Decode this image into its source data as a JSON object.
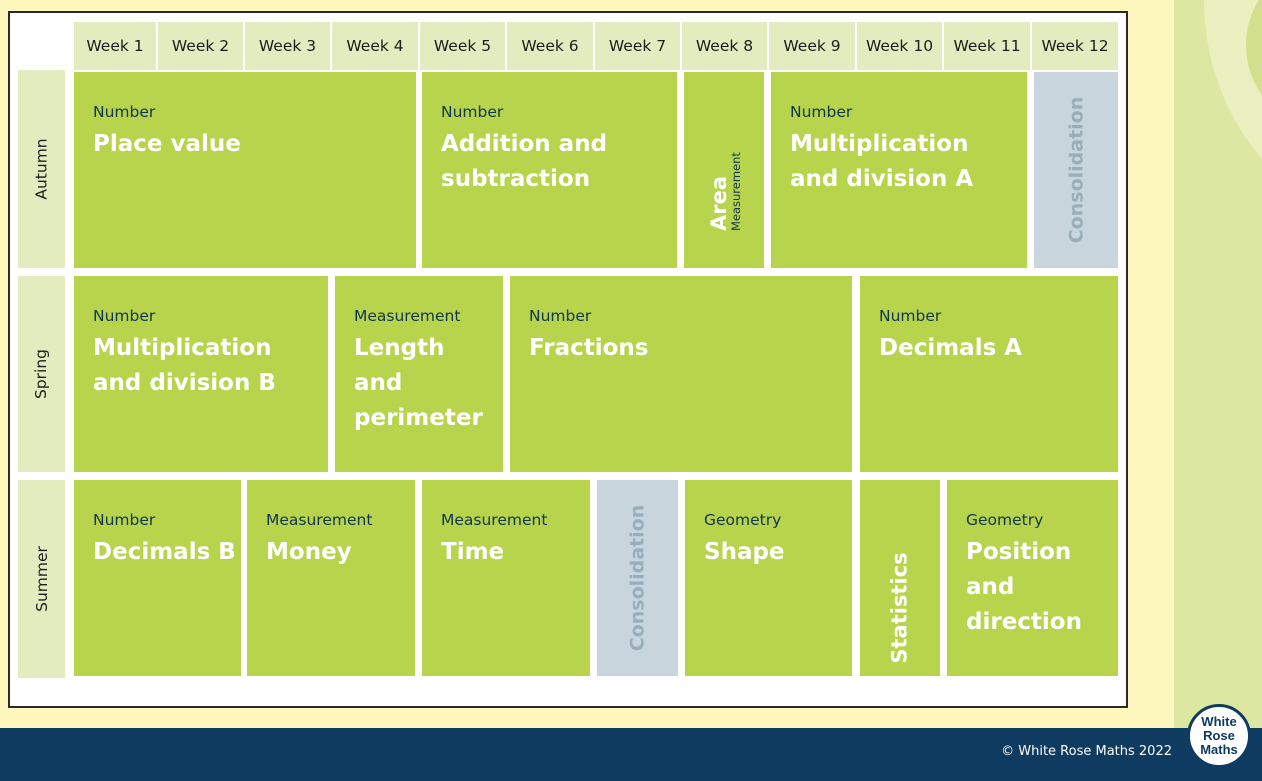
{
  "weeks": [
    "Week 1",
    "Week 2",
    "Week 3",
    "Week 4",
    "Week 5",
    "Week 6",
    "Week 7",
    "Week 8",
    "Week 9",
    "Week 10",
    "Week 11",
    "Week 12"
  ],
  "terms": [
    "Autumn",
    "Spring",
    "Summer"
  ],
  "autumn": [
    {
      "strand": "Number",
      "topic": "Place value"
    },
    {
      "strand": "Number",
      "topic": "Addition and subtraction"
    },
    {
      "strand": "Measurement",
      "topic": "Area"
    },
    {
      "strand": "Number",
      "topic": "Multiplication and division A"
    },
    {
      "topic": "Consolidation"
    }
  ],
  "spring": [
    {
      "strand": "Number",
      "topic": "Multiplication and division B"
    },
    {
      "strand": "Measurement",
      "topic": "Length and perimeter"
    },
    {
      "strand": "Number",
      "topic": "Fractions"
    },
    {
      "strand": "Number",
      "topic": "Decimals A"
    }
  ],
  "summer": [
    {
      "strand": "Number",
      "topic": "Decimals B"
    },
    {
      "strand": "Measurement",
      "topic": "Money"
    },
    {
      "strand": "Measurement",
      "topic": "Time"
    },
    {
      "topic": "Consolidation"
    },
    {
      "strand": "Geometry",
      "topic": "Shape"
    },
    {
      "topic": "Statistics"
    },
    {
      "strand": "Geometry",
      "topic": "Position and direction"
    }
  ],
  "footer": {
    "copyright": "© White Rose Maths 2022"
  },
  "logo": {
    "line1": "White",
    "line2": "Rose",
    "line3": "Maths"
  },
  "colors": {
    "block": "#b7d44c",
    "header": "#e2ecbf",
    "consolidation": "#c8d5dd",
    "footer": "#103b61",
    "background": "#fdf7bd"
  }
}
